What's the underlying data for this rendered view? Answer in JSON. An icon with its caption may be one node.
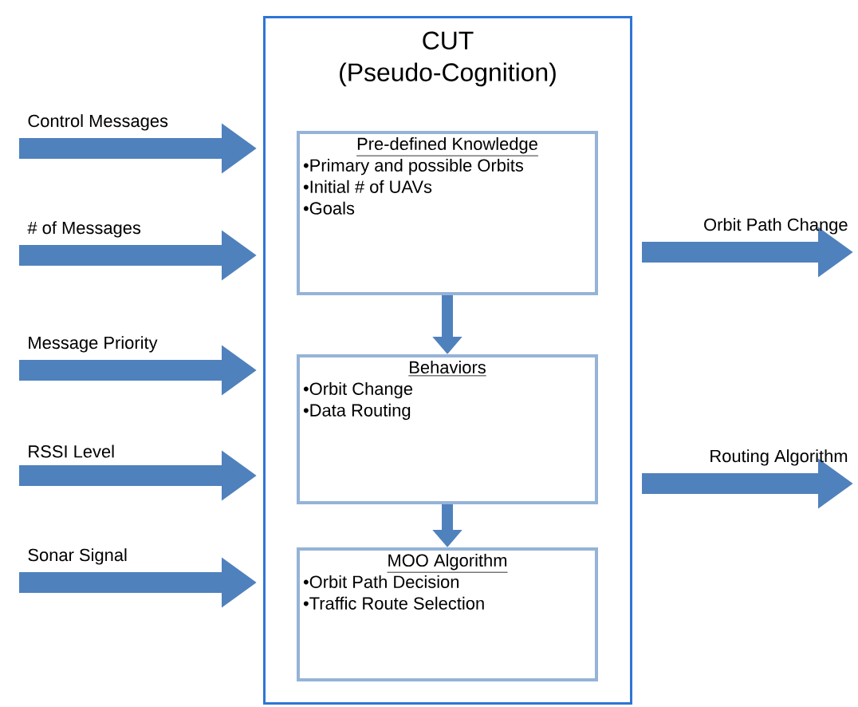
{
  "diagram": {
    "nodes": [
      {
        "text": [
          "CUT (Pseudo-Cognition)"
        ]
      },
      {
        "text": [
          "Pre-defined Knowledge",
          "•Primary and possible Orbits",
          "•Initial # of UAVs",
          "•Goals"
        ],
        "in": 0
      },
      {
        "text": [
          "Behaviors",
          "•Orbit Change",
          "•Data Routing"
        ],
        "in": 0
      },
      {
        "text": [
          "MOO Algorithm",
          "•Orbit Path Decision",
          "•Traffic Route Selection"
        ],
        "in": 0
      }
    ],
    "edges": [
      {
        "from": null,
        "to": 0,
        "arrow": "to",
        "label": "Control Messages"
      },
      {
        "from": null,
        "to": 0,
        "arrow": "to",
        "label": "# of Messages"
      },
      {
        "from": null,
        "to": 0,
        "arrow": "to",
        "label": "Message Priority"
      },
      {
        "from": null,
        "to": 0,
        "arrow": "to",
        "label": "RSSI Level"
      },
      {
        "from": null,
        "to": 0,
        "arrow": "to",
        "label": "Sonar Signal"
      },
      {
        "from": 0,
        "to": null,
        "arrow": "to",
        "label": "Orbit Path Change"
      },
      {
        "from": 0,
        "to": null,
        "arrow": "to",
        "label": "Routing Algorithm"
      },
      {
        "from": 1,
        "to": 2,
        "arrow": "to"
      },
      {
        "from": 2,
        "to": 3,
        "arrow": "to"
      }
    ]
  }
}
